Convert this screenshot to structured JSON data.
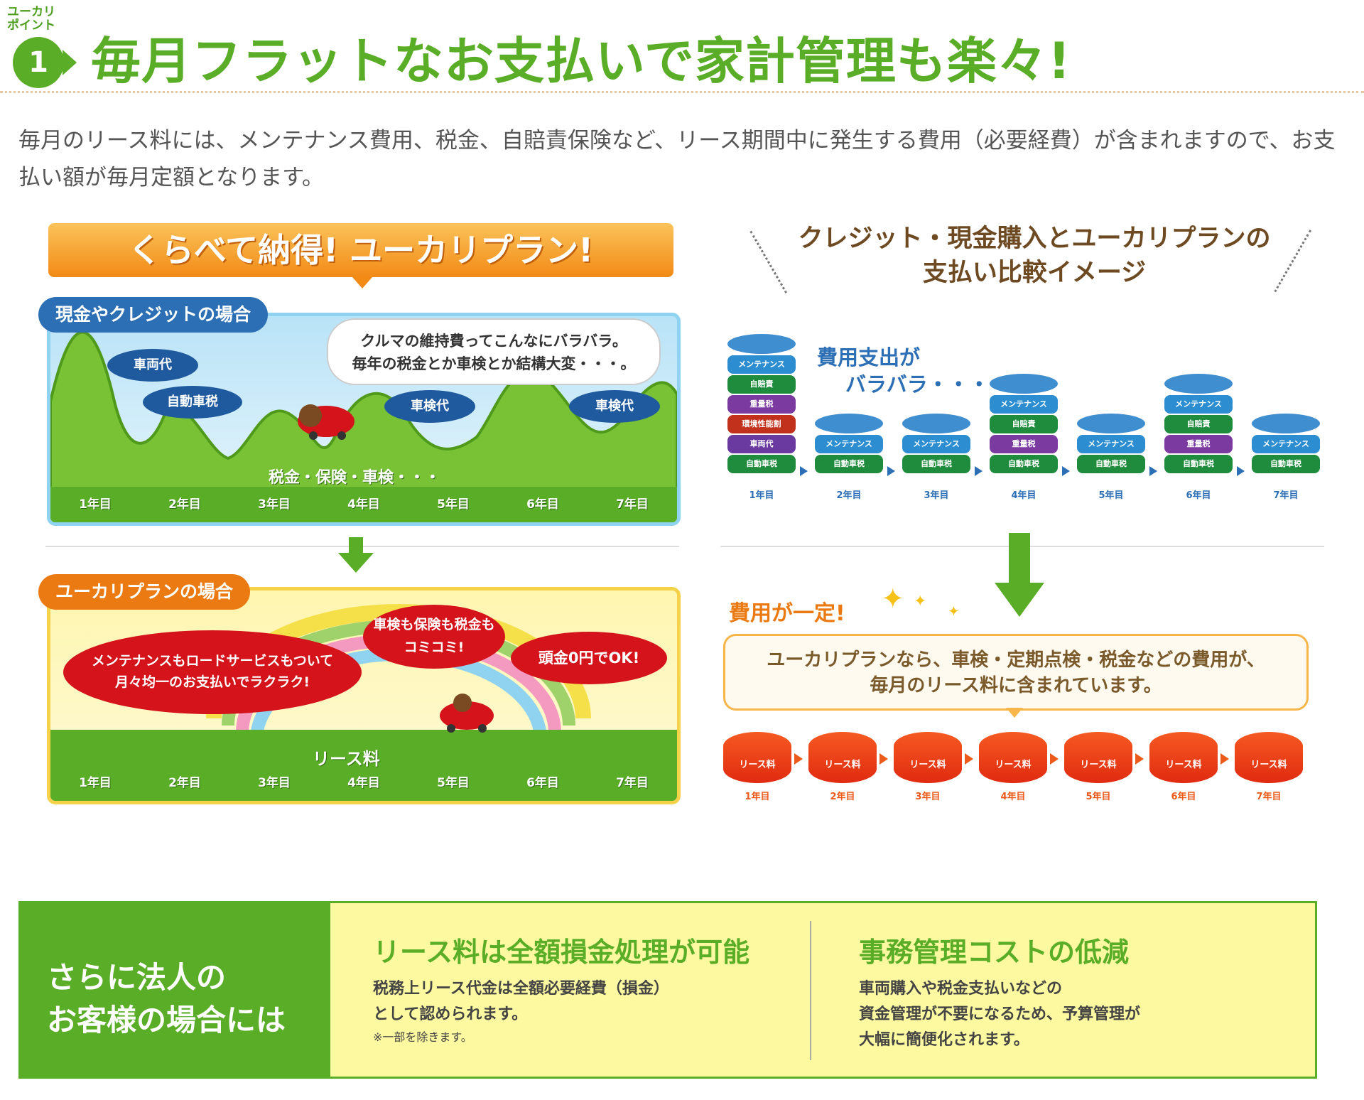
{
  "header": {
    "badge_label": "ユーカリ\nポイント",
    "badge_number": "1",
    "title": "毎月フラットなお支払いで家計管理も楽々!"
  },
  "intro": "毎月のリース料には、メンテナンス費用、税金、自賠責保険など、リース期間中に発生する費用（必要経費）が含まれますので、お支払い額が毎月定額となります。",
  "left": {
    "banner": "くらべて納得! ユーカリプラン!",
    "cash": {
      "tab": "現金やクレジットの場合",
      "bubble_line1": "クルマの維持費ってこんなにバラバラ。",
      "bubble_line2": "毎年の税金とか車検とか結構大変・・・。",
      "ovals": [
        "車両代",
        "自動車税",
        "車検代",
        "車検代"
      ],
      "caption": "税金・保険・車検・・・",
      "years": [
        "1年目",
        "2年目",
        "3年目",
        "4年目",
        "5年目",
        "6年目",
        "7年目"
      ]
    },
    "plan": {
      "tab": "ユーカリプランの場合",
      "oval_main_line1": "メンテナンスもロードサービスもついて",
      "oval_main_line2": "月々均一のお支払いでラクラク!",
      "oval_top_line1": "車検も保険も税金も",
      "oval_top_line2": "コミコミ!",
      "oval_right": "頭金0円でOK!",
      "caption": "リース料",
      "years": [
        "1年目",
        "2年目",
        "3年目",
        "4年目",
        "5年目",
        "6年目",
        "7年目"
      ]
    }
  },
  "right": {
    "title_line1": "クレジット・現金購入とユーカリプランの",
    "title_line2": "支払い比較イメージ",
    "spend_line1": "費用支出が",
    "spend_line2": "バラバラ・・・",
    "stacks": [
      [
        "メンテナンス",
        "自賠責",
        "重量税",
        "環境性能割",
        "車両代",
        "自動車税"
      ],
      [
        "メンテナンス",
        "自動車税"
      ],
      [
        "メンテナンス",
        "自動車税"
      ],
      [
        "メンテナンス",
        "自賠責",
        "重量税",
        "自動車税"
      ],
      [
        "メンテナンス",
        "自動車税"
      ],
      [
        "メンテナンス",
        "自賠責",
        "重量税",
        "自動車税"
      ],
      [
        "メンテナンス",
        "自動車税"
      ]
    ],
    "years": [
      "1年目",
      "2年目",
      "3年目",
      "4年目",
      "5年目",
      "6年目",
      "7年目"
    ],
    "constant": "費用が一定!",
    "note_line1": "ユーカリプランなら、車検・定期点検・税金などの費用が、",
    "note_line2": "毎月のリース料に含まれています。",
    "lease_coin": "リース料"
  },
  "corporate": {
    "left_line1": "さらに法人の",
    "left_line2": "お客様の場合には",
    "col1_title": "リース料は全額損金処理が可能",
    "col1_line1": "税務上リース代金は全額必要経費（損金）",
    "col1_line2": "として認められます。",
    "col1_note": "※一部を除きます。",
    "col2_title": "事務管理コストの低減",
    "col2_line1": "車両購入や税金支払いなどの",
    "col2_line2": "資金管理が不要になるため、予算管理が",
    "col2_line3": "大幅に簡便化されます。"
  },
  "colors": {
    "green": "#5aad27",
    "orange": "#ec7a12",
    "blue": "#2c6fb5",
    "red": "#d4131b"
  }
}
